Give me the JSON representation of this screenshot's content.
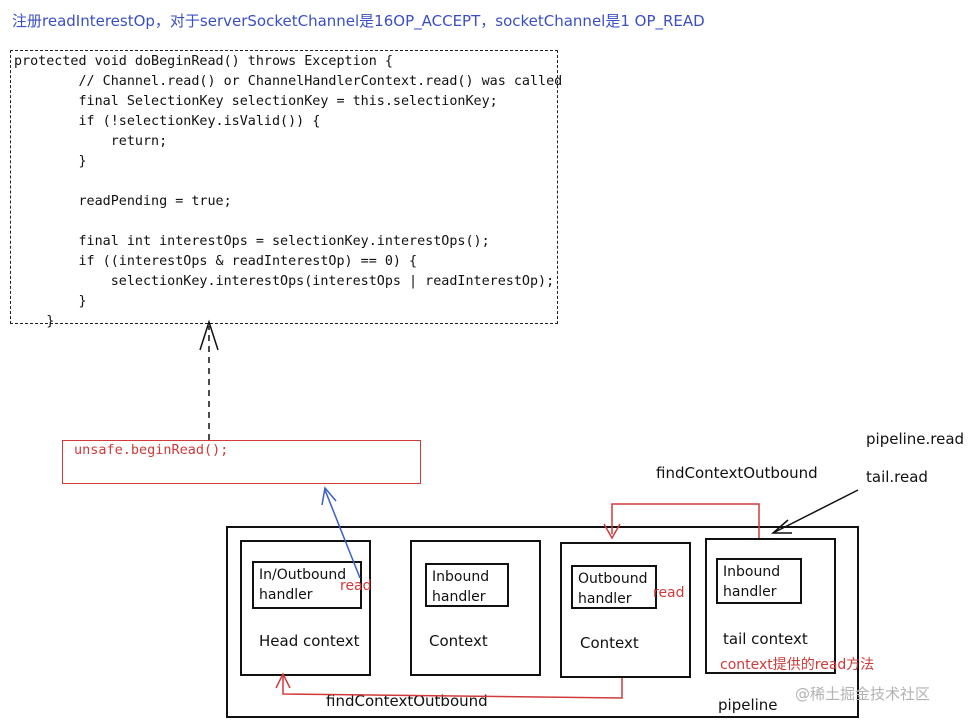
{
  "note": "注册readInterestOp，对于serverSocketChannel是16OP_ACCEPT，socketChannel是1 OP_READ",
  "code_lines": [
    "protected void doBeginRead() throws Exception {",
    "        // Channel.read() or ChannelHandlerContext.read() was called",
    "        final SelectionKey selectionKey = this.selectionKey;",
    "        if (!selectionKey.isValid()) {",
    "            return;",
    "        }",
    "",
    "        readPending = true;",
    "",
    "        final int interestOps = selectionKey.interestOps();",
    "        if ((interestOps & readInterestOp) == 0) {",
    "            selectionKey.interestOps(interestOps | readInterestOp);",
    "        }",
    "    }"
  ],
  "unsafe_call": "unsafe.beginRead();",
  "labels": {
    "pipeline_read": "pipeline.read",
    "tail_read": "tail.read",
    "find_outbound_top": "findContextOutbound",
    "find_outbound_bottom": "findContextOutbound",
    "pipeline": "pipeline",
    "context_read_note": "context提供的read方法"
  },
  "contexts": [
    {
      "handler_line1": "In/Outbound",
      "handler_line2": "handler",
      "label": "Head context",
      "read": "read"
    },
    {
      "handler_line1": "Inbound",
      "handler_line2": "handler",
      "label": "Context",
      "read": ""
    },
    {
      "handler_line1": "Outbound",
      "handler_line2": "handler",
      "label": "Context",
      "read": "read"
    },
    {
      "handler_line1": "Inbound",
      "handler_line2": "handler",
      "label": "tail context",
      "read": ""
    }
  ],
  "watermark": "@稀土掘金技术社区",
  "colors": {
    "blue_text": "#3b4fc4",
    "red": "#d03a3a",
    "blue_arrow": "#3a5fc8"
  }
}
